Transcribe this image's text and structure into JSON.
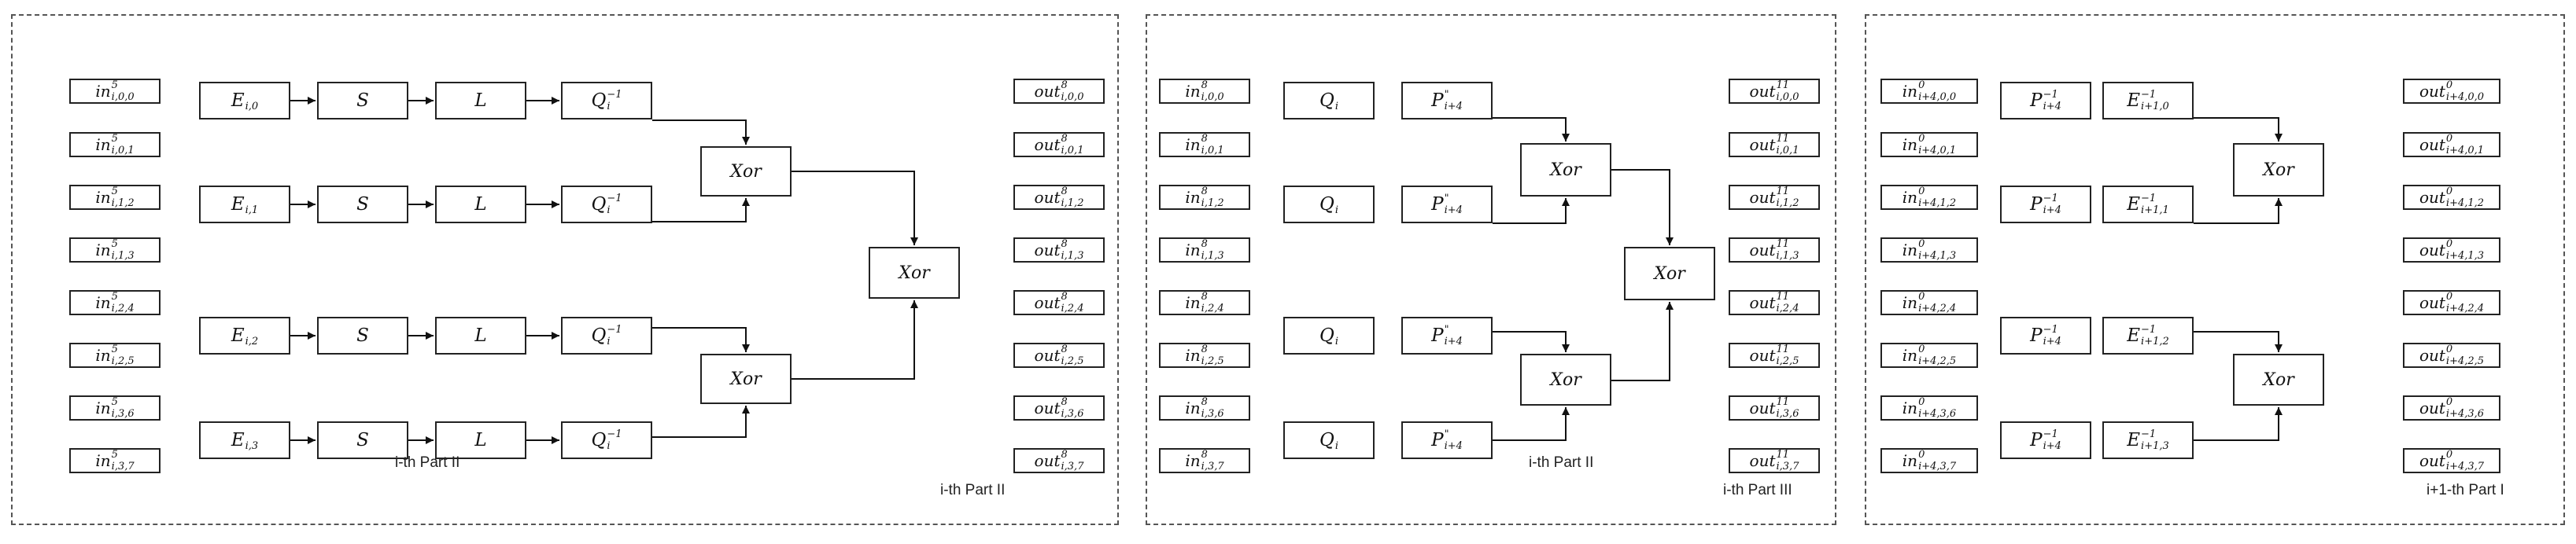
{
  "panels": [
    {
      "caption_main": "i-th Part II",
      "caption_inner": "i-th Part II",
      "inputs": [
        {
          "base": "in",
          "sup": "5",
          "sub": "i,0,0"
        },
        {
          "base": "in",
          "sup": "5",
          "sub": "i,0,1"
        },
        {
          "base": "in",
          "sup": "5",
          "sub": "i,1,2"
        },
        {
          "base": "in",
          "sup": "5",
          "sub": "i,1,3"
        },
        {
          "base": "in",
          "sup": "5",
          "sub": "i,2,4"
        },
        {
          "base": "in",
          "sup": "5",
          "sub": "i,2,5"
        },
        {
          "base": "in",
          "sup": "5",
          "sub": "i,3,6"
        },
        {
          "base": "in",
          "sup": "5",
          "sub": "i,3,7"
        }
      ],
      "outputs": [
        {
          "base": "out",
          "sup": "8",
          "sub": "i,0,0"
        },
        {
          "base": "out",
          "sup": "8",
          "sub": "i,0,1"
        },
        {
          "base": "out",
          "sup": "8",
          "sub": "i,1,2"
        },
        {
          "base": "out",
          "sup": "8",
          "sub": "i,1,3"
        },
        {
          "base": "out",
          "sup": "8",
          "sub": "i,2,4"
        },
        {
          "base": "out",
          "sup": "8",
          "sub": "i,2,5"
        },
        {
          "base": "out",
          "sup": "8",
          "sub": "i,3,6"
        },
        {
          "base": "out",
          "sup": "8",
          "sub": "i,3,7"
        }
      ],
      "rows": [
        [
          {
            "base": "E",
            "sub": "i,0"
          },
          {
            "base": "S"
          },
          {
            "base": "L"
          },
          {
            "base": "Q",
            "sup": "−1",
            "sub": "i"
          }
        ],
        [
          {
            "base": "E",
            "sub": "i,1"
          },
          {
            "base": "S"
          },
          {
            "base": "L"
          },
          {
            "base": "Q",
            "sup": "−1",
            "sub": "i"
          }
        ],
        [
          {
            "base": "E",
            "sub": "i,2"
          },
          {
            "base": "S"
          },
          {
            "base": "L"
          },
          {
            "base": "Q",
            "sup": "−1",
            "sub": "i"
          }
        ],
        [
          {
            "base": "E",
            "sub": "i,3"
          },
          {
            "base": "S"
          },
          {
            "base": "L"
          },
          {
            "base": "Q",
            "sup": "−1",
            "sub": "i"
          }
        ]
      ],
      "xor_label": "Xor"
    },
    {
      "caption_main": "i-th Part III",
      "caption_inner": "i-th Part II",
      "inputs": [
        {
          "base": "in",
          "sup": "8",
          "sub": "i,0,0"
        },
        {
          "base": "in",
          "sup": "8",
          "sub": "i,0,1"
        },
        {
          "base": "in",
          "sup": "8",
          "sub": "i,1,2"
        },
        {
          "base": "in",
          "sup": "8",
          "sub": "i,1,3"
        },
        {
          "base": "in",
          "sup": "8",
          "sub": "i,2,4"
        },
        {
          "base": "in",
          "sup": "8",
          "sub": "i,2,5"
        },
        {
          "base": "in",
          "sup": "8",
          "sub": "i,3,6"
        },
        {
          "base": "in",
          "sup": "8",
          "sub": "i,3,7"
        }
      ],
      "outputs": [
        {
          "base": "out",
          "sup": "11",
          "sub": "i,0,0"
        },
        {
          "base": "out",
          "sup": "11",
          "sub": "i,0,1"
        },
        {
          "base": "out",
          "sup": "11",
          "sub": "i,1,2"
        },
        {
          "base": "out",
          "sup": "11",
          "sub": "i,1,3"
        },
        {
          "base": "out",
          "sup": "11",
          "sub": "i,2,4"
        },
        {
          "base": "out",
          "sup": "11",
          "sub": "i,2,5"
        },
        {
          "base": "out",
          "sup": "11",
          "sub": "i,3,6"
        },
        {
          "base": "out",
          "sup": "11",
          "sub": "i,3,7"
        }
      ],
      "rows": [
        [
          {
            "base": "Q",
            "sub": "i"
          },
          {
            "base": "P",
            "sup": "\"",
            "sub": "i+4"
          }
        ],
        [
          {
            "base": "Q",
            "sub": "i"
          },
          {
            "base": "P",
            "sup": "\"",
            "sub": "i+4"
          }
        ],
        [
          {
            "base": "Q",
            "sub": "i"
          },
          {
            "base": "P",
            "sup": "\"",
            "sub": "i+4"
          }
        ],
        [
          {
            "base": "Q",
            "sub": "i"
          },
          {
            "base": "P",
            "sup": "\"",
            "sub": "i+4"
          }
        ]
      ],
      "xor_label": "Xor"
    },
    {
      "caption_main": "i+1-th Part I",
      "inputs": [
        {
          "base": "in",
          "sup": "0",
          "sub": "i+4,0,0"
        },
        {
          "base": "in",
          "sup": "0",
          "sub": "i+4,0,1"
        },
        {
          "base": "in",
          "sup": "0",
          "sub": "i+4,1,2"
        },
        {
          "base": "in",
          "sup": "0",
          "sub": "i+4,1,3"
        },
        {
          "base": "in",
          "sup": "0",
          "sub": "i+4,2,4"
        },
        {
          "base": "in",
          "sup": "0",
          "sub": "i+4,2,5"
        },
        {
          "base": "in",
          "sup": "0",
          "sub": "i+4,3,6"
        },
        {
          "base": "in",
          "sup": "0",
          "sub": "i+4,3,7"
        }
      ],
      "outputs": [
        {
          "base": "out",
          "sup": "0",
          "sub": "i+4,0,0"
        },
        {
          "base": "out",
          "sup": "0",
          "sub": "i+4,0,1"
        },
        {
          "base": "out",
          "sup": "0",
          "sub": "i+4,1,2"
        },
        {
          "base": "out",
          "sup": "0",
          "sub": "i+4,1,3"
        },
        {
          "base": "out",
          "sup": "0",
          "sub": "i+4,2,4"
        },
        {
          "base": "out",
          "sup": "0",
          "sub": "i+4,2,5"
        },
        {
          "base": "out",
          "sup": "0",
          "sub": "i+4,3,6"
        },
        {
          "base": "out",
          "sup": "0",
          "sub": "i+4,3,7"
        }
      ],
      "rows": [
        [
          {
            "base": "P",
            "sup": "−1",
            "sub": "i+4"
          },
          {
            "base": "E",
            "sup": "−1",
            "sub": "i+1,0"
          }
        ],
        [
          {
            "base": "P",
            "sup": "−1",
            "sub": "i+4"
          },
          {
            "base": "E",
            "sup": "−1",
            "sub": "i+1,1"
          }
        ],
        [
          {
            "base": "P",
            "sup": "−1",
            "sub": "i+4"
          },
          {
            "base": "E",
            "sup": "−1",
            "sub": "i+1,2"
          }
        ],
        [
          {
            "base": "P",
            "sup": "−1",
            "sub": "i+4"
          },
          {
            "base": "E",
            "sup": "−1",
            "sub": "i+1,3"
          }
        ]
      ],
      "xor_label": "Xor"
    }
  ]
}
